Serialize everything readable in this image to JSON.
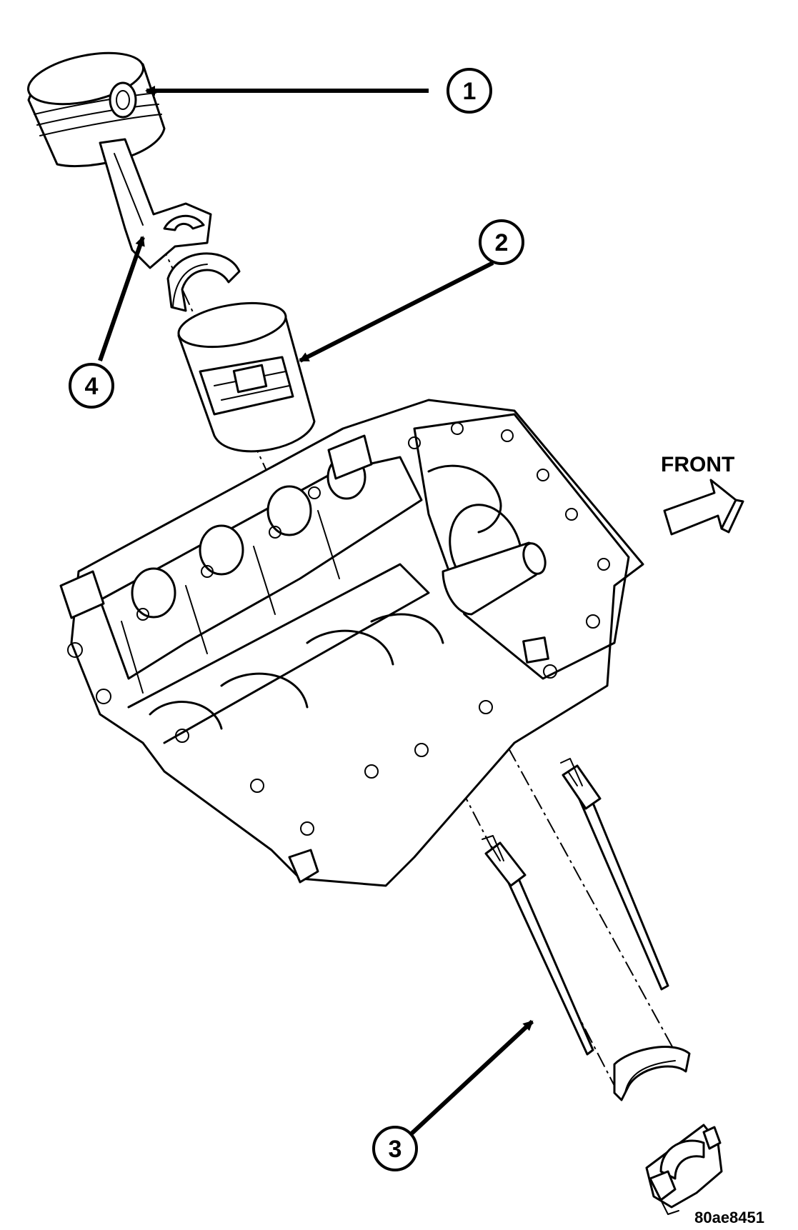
{
  "callouts": [
    {
      "id": "1",
      "label": "1"
    },
    {
      "id": "2",
      "label": "2"
    },
    {
      "id": "3",
      "label": "3"
    },
    {
      "id": "4",
      "label": "4"
    }
  ],
  "direction_label": "FRONT",
  "figure_id": "80ae8451",
  "colors": {
    "line": "#000000",
    "background": "#ffffff"
  }
}
